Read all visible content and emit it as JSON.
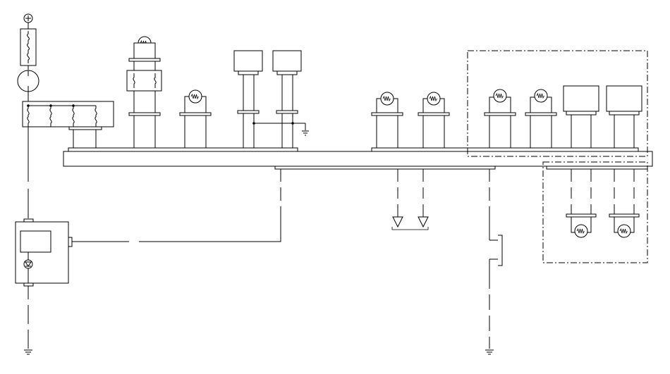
{
  "diagram": {
    "type": "wiring-schematic",
    "labels": [],
    "line_color": "#000000",
    "background": "#ffffff",
    "symbols": {
      "supply": "battery-positive-icon",
      "fuse": "fuse-icon",
      "lamp": "bulb-icon",
      "ground": "ground-icon",
      "relay": "relay-icon",
      "switch": "switch-icon",
      "connector": "connector-icon",
      "diode": "diode-icon",
      "output": "arrow-down-icon"
    },
    "groups": [
      {
        "id": "optional-group-upper-right",
        "style": "dash-dot"
      },
      {
        "id": "optional-group-lower-right",
        "style": "dash-dot"
      }
    ],
    "counts": {
      "lamps": 9,
      "ground_points": 3,
      "output_arrows": 2,
      "blank_modules": 4
    }
  }
}
